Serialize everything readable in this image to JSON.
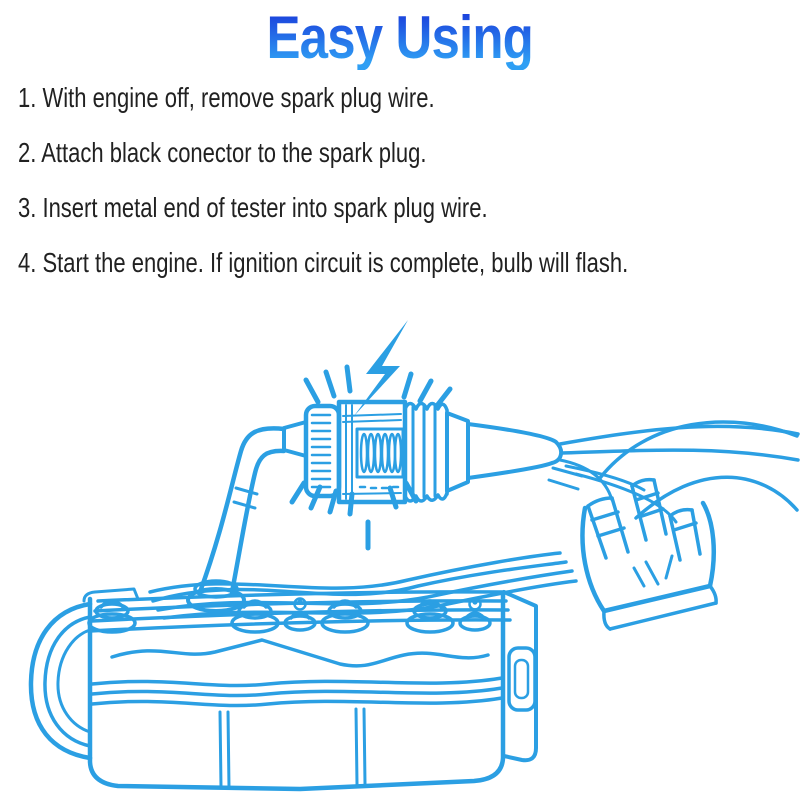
{
  "theme": {
    "background": "#ffffff",
    "line": "#2b9fe3",
    "titleTop": "#1a3ddb",
    "titleBottom": "#2f9ff4",
    "text": "#212121"
  },
  "title": {
    "text": "Easy Using"
  },
  "steps": [
    "1. With engine off, remove spark plug wire.",
    "2. Attach black conector to the spark plug.",
    "3. Insert metal end of tester into spark plug wire.",
    "4. Start the engine. If ignition circuit is complete, bulb will flash."
  ],
  "illustration": {
    "line_color": "#2b9fe3",
    "parts": [
      "lightning-bolt-icon",
      "flash-rays",
      "inline-spark-tester",
      "spark-plug-boot",
      "engine-block",
      "spark-plug-wires",
      "distributor-cap"
    ]
  }
}
